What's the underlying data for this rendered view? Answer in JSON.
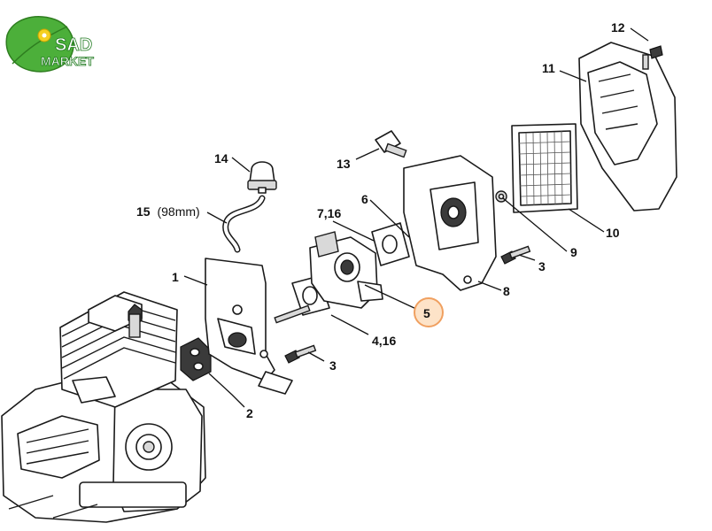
{
  "logo": {
    "line1": "SAD",
    "line2": "MARKET"
  },
  "callouts": [
    {
      "id": "1",
      "label": "1"
    },
    {
      "id": "2",
      "label": "2"
    },
    {
      "id": "3a",
      "label": "3"
    },
    {
      "id": "3b",
      "label": "3"
    },
    {
      "id": "4",
      "label": "4,16"
    },
    {
      "id": "5",
      "label": "5"
    },
    {
      "id": "6",
      "label": "6"
    },
    {
      "id": "7",
      "label": "7,16"
    },
    {
      "id": "8",
      "label": "8"
    },
    {
      "id": "9",
      "label": "9"
    },
    {
      "id": "10",
      "label": "10"
    },
    {
      "id": "11",
      "label": "11"
    },
    {
      "id": "12",
      "label": "12"
    },
    {
      "id": "13",
      "label": "13"
    },
    {
      "id": "14",
      "label": "14"
    },
    {
      "id": "15",
      "label": "15",
      "note": "(98mm)"
    }
  ],
  "highlight": {
    "color": "#f0a060",
    "fill": "#fde3c8"
  }
}
